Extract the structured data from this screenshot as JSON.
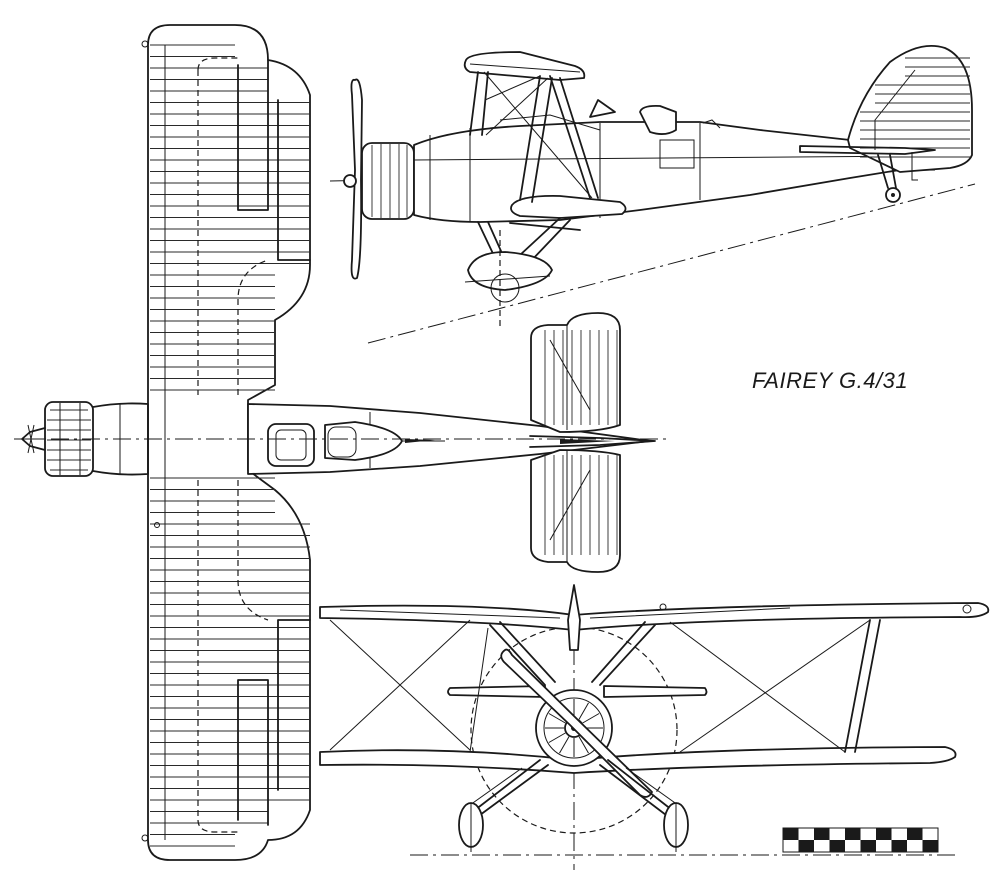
{
  "drawing": {
    "title": "FAIREY G.4/31",
    "views": [
      "plan-view",
      "side-elevation",
      "front-elevation"
    ],
    "colors": {
      "ink": "#1a1a1a",
      "paper": "#ffffff"
    }
  }
}
